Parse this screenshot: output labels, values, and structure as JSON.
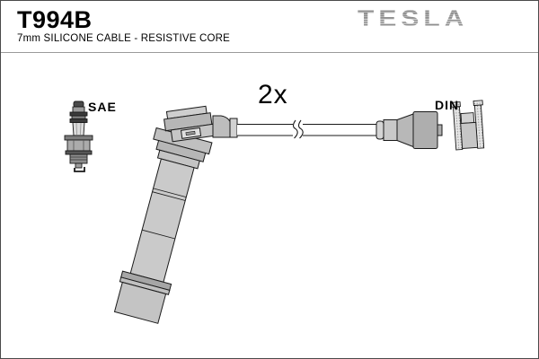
{
  "header": {
    "part_number": "T994B",
    "subtitle": "7mm SILICONE CABLE - RESISTIVE CORE",
    "brand_logo": "TESLA"
  },
  "diagram": {
    "quantity_label": "2x",
    "spark_plug_end_label": "SAE",
    "cap_end_label": "DIN"
  },
  "colors": {
    "background": "#ffffff",
    "text": "#000000",
    "brand_gray": "#9a9a9a",
    "divider_gray": "#9a9a9a",
    "outline": "#222222",
    "fill_light": "#cacaca",
    "fill_mid": "#b5b5b5",
    "fill_dark": "#8f8f8f"
  }
}
